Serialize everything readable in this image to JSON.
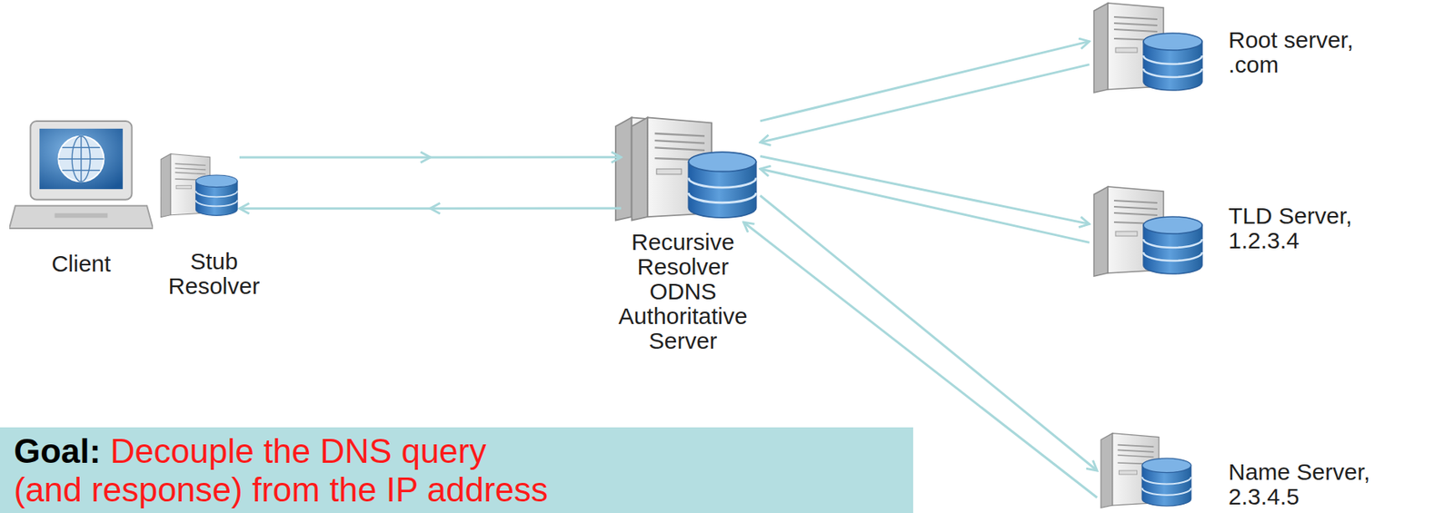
{
  "diagram": {
    "nodes": [
      {
        "text": [
          "Client"
        ]
      },
      {
        "text": [
          "Stub Resolver"
        ]
      },
      {
        "text": [
          "Recursive Resolver",
          "ODNS Authoritative Server"
        ]
      },
      {
        "text": [
          "Root server, .com"
        ]
      },
      {
        "text": [
          "TLD Server, 1.2.3.4"
        ]
      },
      {
        "text": [
          "Name Server, 2.3.4.5"
        ]
      },
      {
        "text": [
          "Goal:",
          "Decouple the DNS query (and response) from the IP address"
        ]
      }
    ],
    "edges": [
      {
        "from": 1,
        "to": 2,
        "arrow": "to"
      },
      {
        "from": 2,
        "to": 1,
        "arrow": "to"
      },
      {
        "from": 2,
        "to": 3,
        "arrow": "to"
      },
      {
        "from": 3,
        "to": 2,
        "arrow": "to"
      },
      {
        "from": 2,
        "to": 4,
        "arrow": "to"
      },
      {
        "from": 4,
        "to": 2,
        "arrow": "to"
      },
      {
        "from": 2,
        "to": 5,
        "arrow": "to"
      },
      {
        "from": 5,
        "to": 2,
        "arrow": "to"
      }
    ]
  }
}
